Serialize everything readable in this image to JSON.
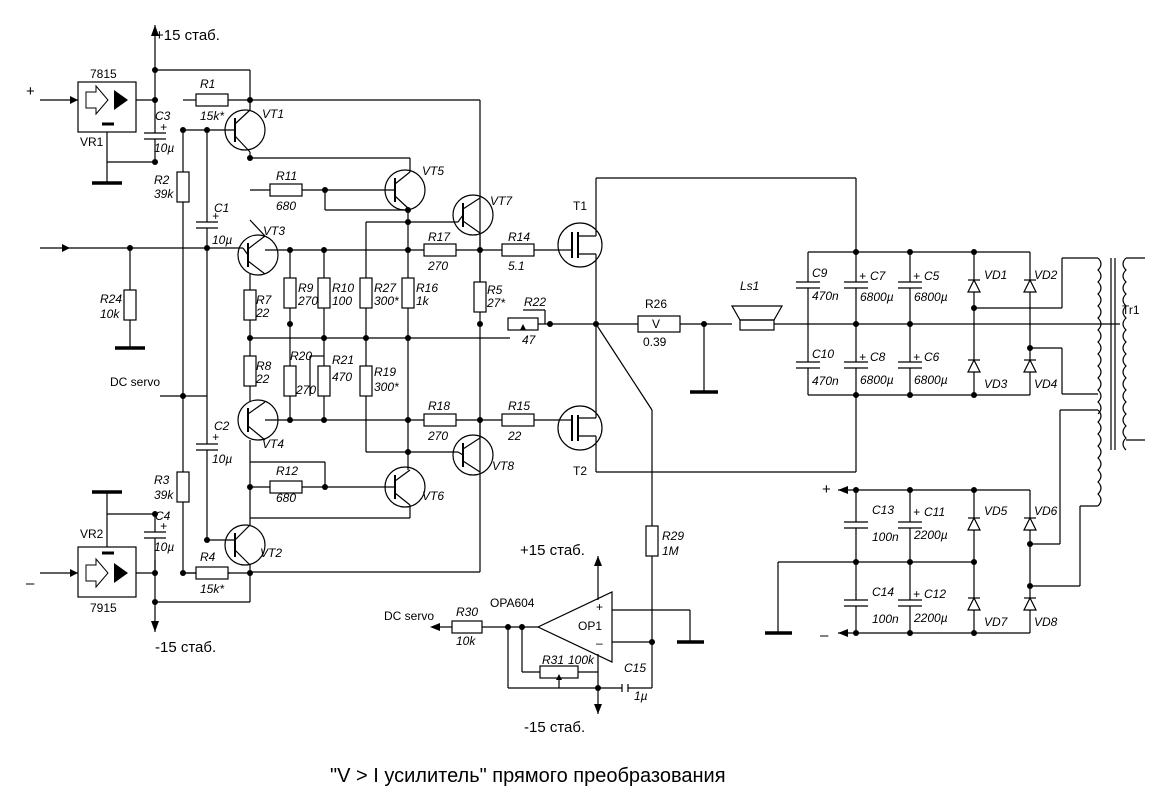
{
  "title": "\"V > I усилитель\" прямого преобразования",
  "supplies": {
    "pos_top": "+15 стаб.",
    "neg_bottom": "-15 стаб.",
    "pos_opamp": "+15 стаб.",
    "neg_opamp": "-15 стаб.",
    "plus": "+",
    "minus": "–"
  },
  "regulators": {
    "vr1_part": "7815",
    "vr1_ref": "VR1",
    "vr2_part": "7915",
    "vr2_ref": "VR2"
  },
  "signals": {
    "dc_servo_in": "DC servo",
    "dc_servo_out": "DC servo"
  },
  "resistors": {
    "R1": {
      "ref": "R1",
      "val": "15k*"
    },
    "R2": {
      "ref": "R2",
      "val": "39k"
    },
    "R3": {
      "ref": "R3",
      "val": "39k"
    },
    "R4": {
      "ref": "R4",
      "val": "15k*"
    },
    "R5": {
      "ref": "R5",
      "val": "27*"
    },
    "R7": {
      "ref": "R7",
      "val": "22"
    },
    "R8": {
      "ref": "R8",
      "val": "22"
    },
    "R9": {
      "ref": "R9",
      "val": "270"
    },
    "R10": {
      "ref": "R10",
      "val": "100"
    },
    "R11": {
      "ref": "R11",
      "val": "680"
    },
    "R12": {
      "ref": "R12",
      "val": "680"
    },
    "R14": {
      "ref": "R14",
      "val": "5.1"
    },
    "R15": {
      "ref": "R15",
      "val": "22"
    },
    "R16": {
      "ref": "R16",
      "val": "1k"
    },
    "R17": {
      "ref": "R17",
      "val": "270"
    },
    "R18": {
      "ref": "R18",
      "val": "270"
    },
    "R19": {
      "ref": "R19",
      "val": "300*"
    },
    "R20": {
      "ref": "R20",
      "val": "270"
    },
    "R21": {
      "ref": "R21",
      "val": "470"
    },
    "R22": {
      "ref": "R22",
      "val": "47"
    },
    "R24": {
      "ref": "R24",
      "val": "10k"
    },
    "R26": {
      "ref": "R26",
      "val": "0.39",
      "body": "V"
    },
    "R27": {
      "ref": "R27",
      "val": "300*"
    },
    "R29": {
      "ref": "R29",
      "val": "1M"
    },
    "R30": {
      "ref": "R30",
      "val": "10k"
    },
    "R31": {
      "ref": "R31",
      "val": "100k"
    }
  },
  "capacitors": {
    "C1": {
      "ref": "C1",
      "val": "10µ"
    },
    "C2": {
      "ref": "C2",
      "val": "10µ"
    },
    "C3": {
      "ref": "C3",
      "val": "10µ"
    },
    "C4": {
      "ref": "C4",
      "val": "10µ"
    },
    "C5": {
      "ref": "C5",
      "val": "6800µ"
    },
    "C6": {
      "ref": "C6",
      "val": "6800µ"
    },
    "C7": {
      "ref": "C7",
      "val": "6800µ"
    },
    "C8": {
      "ref": "C8",
      "val": "6800µ"
    },
    "C9": {
      "ref": "C9",
      "val": "470n"
    },
    "C10": {
      "ref": "C10",
      "val": "470n"
    },
    "C11": {
      "ref": "C11",
      "val": "2200µ"
    },
    "C12": {
      "ref": "C12",
      "val": "2200µ"
    },
    "C13": {
      "ref": "C13",
      "val": "100n"
    },
    "C14": {
      "ref": "C14",
      "val": "100n"
    },
    "C15": {
      "ref": "C15",
      "val": "1µ"
    }
  },
  "transistors": {
    "VT1": "VT1",
    "VT2": "VT2",
    "VT3": "VT3",
    "VT4": "VT4",
    "VT5": "VT5",
    "VT6": "VT6",
    "VT7": "VT7",
    "VT8": "VT8",
    "T1": "T1",
    "T2": "T2"
  },
  "diodes": {
    "VD1": "VD1",
    "VD2": "VD2",
    "VD3": "VD3",
    "VD4": "VD4",
    "VD5": "VD5",
    "VD6": "VD6",
    "VD7": "VD7",
    "VD8": "VD8"
  },
  "misc": {
    "speaker": "Ls1",
    "transformer": "Tr1",
    "opamp_part": "OPA604",
    "opamp_ref": "OP1",
    "opamp_plus": "+",
    "opamp_minus": "–",
    "cap_plus": "+"
  }
}
